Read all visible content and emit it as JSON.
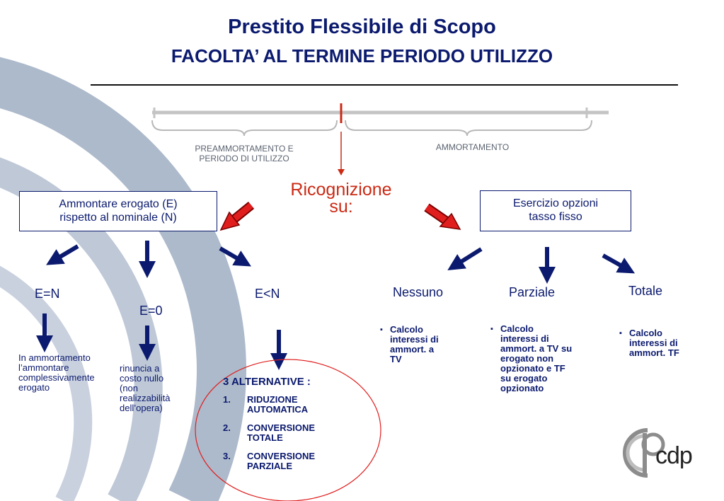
{
  "title": {
    "line1": "Prestito Flessibile di Scopo",
    "line2": "FACOLTA’ AL TERMINE PERIODO UTILIZZO"
  },
  "timeline": {
    "phase_left": [
      "PREAMMORTAMENTO E",
      "PERIODO DI UTILIZZO"
    ],
    "phase_right": "AMMORTAMENTO"
  },
  "center": {
    "line1": "Ricognizione",
    "line2": "su:"
  },
  "left_box": {
    "line1": "Ammontare erogato (E)",
    "line2": "rispetto al nominale (N)"
  },
  "right_box": {
    "line1": "Esercizio opzioni",
    "line2": "tasso fisso"
  },
  "left_branches": {
    "en": {
      "label": "E=N",
      "text": [
        "In ammortamento",
        "l’ammontare",
        "complessivamente",
        "erogato"
      ]
    },
    "e0": {
      "label": "E=0",
      "text": [
        "rinuncia a",
        "costo nullo",
        "(non",
        "realizzabilità",
        "dell’opera)"
      ]
    },
    "elt": {
      "label": "E<N",
      "title": "3 ALTERNATIVE :",
      "items": [
        {
          "num": "1.",
          "lines": [
            "RIDUZIONE",
            "AUTOMATICA"
          ]
        },
        {
          "num": "2.",
          "lines": [
            "CONVERSIONE",
            "TOTALE"
          ]
        },
        {
          "num": "3.",
          "lines": [
            "CONVERSIONE",
            "PARZIALE"
          ]
        }
      ]
    }
  },
  "right_branches": {
    "nessuno": {
      "label": "Nessuno",
      "text": [
        "Calcolo",
        "interessi di",
        "ammort. a",
        "TV"
      ]
    },
    "parziale": {
      "label": "Parziale",
      "text": [
        "Calcolo",
        "interessi di",
        "ammort. a TV su",
        "erogato non",
        "opzionato e TF",
        "su erogato",
        "opzionato"
      ]
    },
    "totale": {
      "label": "Totale",
      "text": [
        "Calcolo",
        "interessi di",
        "ammort. TF"
      ]
    }
  },
  "logo": {
    "text": "cdp"
  },
  "colors": {
    "navy": "#0b1a6e",
    "red": "#cc2a14",
    "arrow_red": "#e01e1e",
    "gray_decor": "#a9b6c8",
    "timeline_gray": "#c4c4c4"
  },
  "icons": [
    "arrow-down-icon",
    "arrow-diagonal-icon",
    "red-arrow-icon",
    "cdp-logo-icon"
  ]
}
